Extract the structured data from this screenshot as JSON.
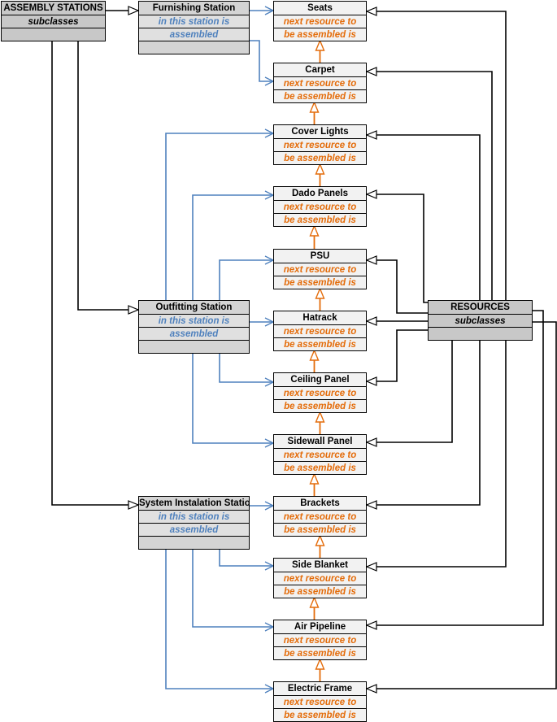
{
  "assembly_stations": {
    "title": "ASSEMBLY STATIONS",
    "subtitle": "subclasses"
  },
  "resources_class": {
    "title": "RESOURCES",
    "subtitle": "subclasses"
  },
  "stations": [
    {
      "name": "Furnishing Station",
      "line1": "in this station is",
      "line2": "assembled"
    },
    {
      "name": "Outfitting Station",
      "line1": "in this station is",
      "line2": "assembled"
    },
    {
      "name": "System Instalation Station",
      "line1": "in this station is",
      "line2": "assembled"
    }
  ],
  "resources": [
    {
      "name": "Seats",
      "line1": "next resource to",
      "line2": "be assembled is"
    },
    {
      "name": "Carpet",
      "line1": "next resource to",
      "line2": "be assembled is"
    },
    {
      "name": "Cover Lights",
      "line1": "next resource to",
      "line2": "be assembled is"
    },
    {
      "name": "Dado Panels",
      "line1": "next resource to",
      "line2": "be assembled is"
    },
    {
      "name": "PSU",
      "line1": "next resource to",
      "line2": "be assembled is"
    },
    {
      "name": "Hatrack",
      "line1": "next resource to",
      "line2": "be assembled is"
    },
    {
      "name": "Ceiling Panel",
      "line1": "next resource to",
      "line2": "be assembled is"
    },
    {
      "name": "Sidewall Panel",
      "line1": "next resource to",
      "line2": "be assembled is"
    },
    {
      "name": "Brackets",
      "line1": "next resource to",
      "line2": "be assembled is"
    },
    {
      "name": "Side Blanket",
      "line1": "next resource to",
      "line2": "be assembled is"
    },
    {
      "name": "Air Pipeline",
      "line1": "next resource to",
      "line2": "be assembled is"
    },
    {
      "name": "Electric Frame",
      "line1": "next resource to",
      "line2": "be assembled is"
    }
  ],
  "colors": {
    "inheritance": "#000000",
    "station_link": "#4f81bd",
    "sequence": "#e46c0a"
  }
}
